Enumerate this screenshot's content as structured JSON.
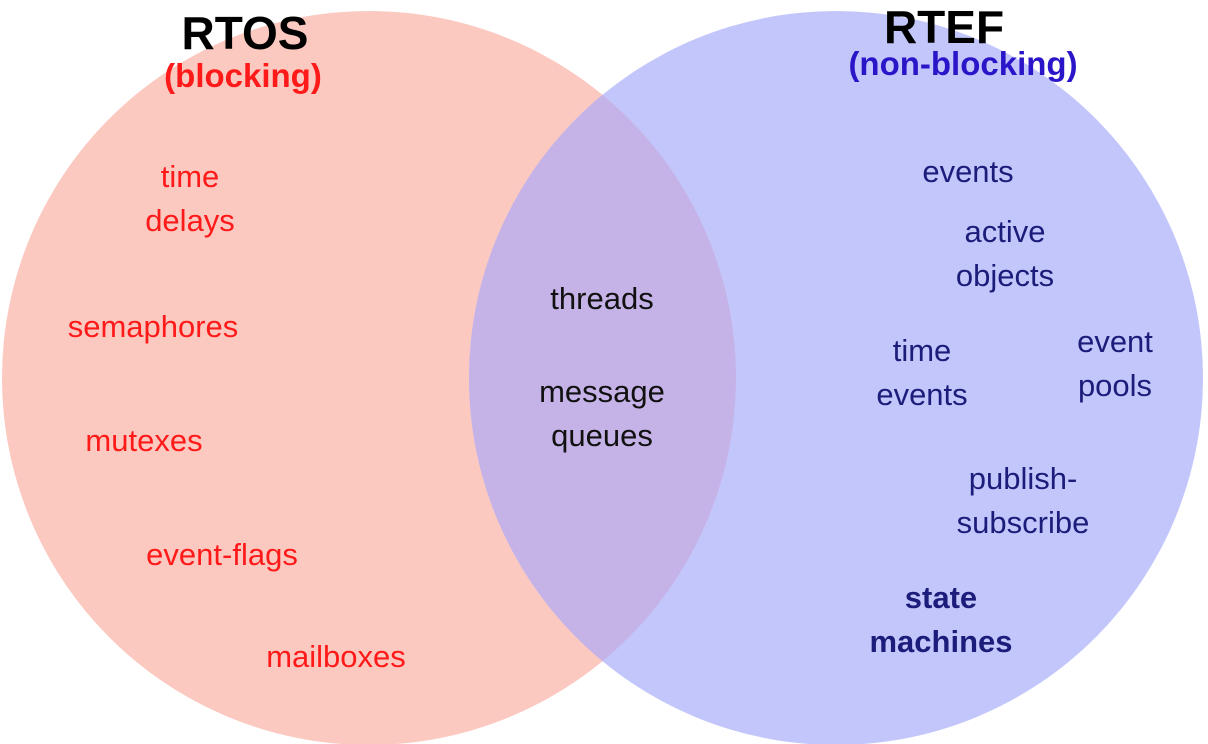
{
  "colors": {
    "left_fill": "#fcc9c1",
    "right_fill": "#c3c6fb",
    "overlap_fill": "#c5b3e7",
    "left_text": "#ff1a1a",
    "right_text": "#1c1c7a",
    "right_subtitle": "#2a16c8",
    "shared_text": "#111111"
  },
  "left": {
    "title": "RTOS",
    "subtitle": "(blocking)",
    "items": [
      {
        "line1": "time",
        "line2": "delays"
      },
      {
        "line1": "semaphores"
      },
      {
        "line1": "mutexes"
      },
      {
        "line1": "event-flags"
      },
      {
        "line1": "mailboxes"
      }
    ]
  },
  "right": {
    "title": "RTEF",
    "subtitle": "(non-blocking)",
    "items": [
      {
        "line1": "events"
      },
      {
        "line1": "active",
        "line2": "objects"
      },
      {
        "line1": "time",
        "line2": "events"
      },
      {
        "line1": "event",
        "line2": "pools"
      },
      {
        "line1": "publish-",
        "line2": "subscribe"
      },
      {
        "line1": "state",
        "line2": "machines"
      }
    ]
  },
  "shared": {
    "items": [
      {
        "line1": "threads"
      },
      {
        "line1": "message",
        "line2": "queues"
      }
    ]
  }
}
